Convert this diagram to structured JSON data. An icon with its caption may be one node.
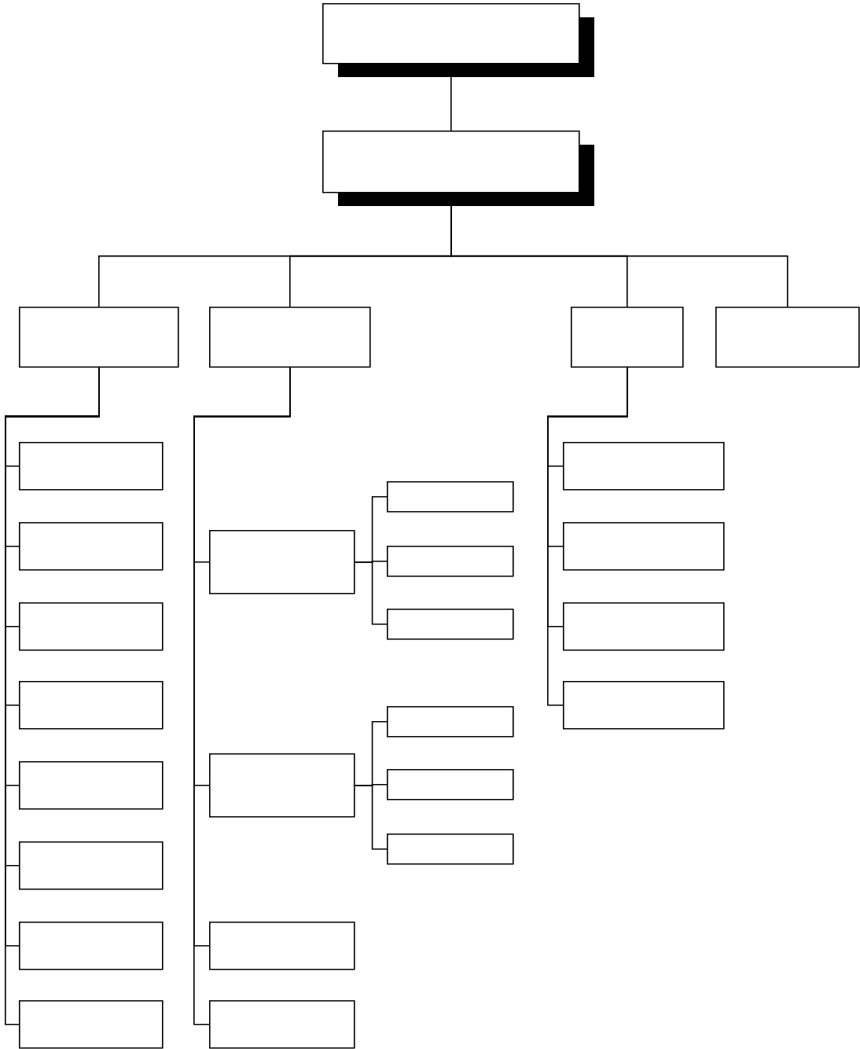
{
  "diagram": {
    "nodes": [
      {
        "text": [],
        "shape": "box"
      },
      {
        "text": [],
        "shape": "box"
      },
      {
        "text": [],
        "shape": "box"
      },
      {
        "text": [],
        "shape": "box"
      },
      {
        "text": [],
        "shape": "box"
      },
      {
        "text": [],
        "shape": "box"
      },
      {
        "text": [],
        "shape": "box"
      },
      {
        "text": [],
        "shape": "box"
      },
      {
        "text": [],
        "shape": "box"
      },
      {
        "text": [],
        "shape": "box"
      },
      {
        "text": [],
        "shape": "box"
      },
      {
        "text": [],
        "shape": "box"
      },
      {
        "text": [],
        "shape": "box"
      },
      {
        "text": [],
        "shape": "box"
      },
      {
        "text": [],
        "shape": "box"
      },
      {
        "text": [],
        "shape": "box"
      },
      {
        "text": [],
        "shape": "box"
      },
      {
        "text": [],
        "shape": "box"
      },
      {
        "text": [],
        "shape": "box"
      },
      {
        "text": [],
        "shape": "box"
      },
      {
        "text": [],
        "shape": "box"
      },
      {
        "text": [],
        "shape": "box"
      },
      {
        "text": [],
        "shape": "box"
      },
      {
        "text": [],
        "shape": "box"
      },
      {
        "text": [],
        "shape": "box"
      },
      {
        "text": [],
        "shape": "box"
      },
      {
        "text": [],
        "shape": "box"
      },
      {
        "text": [],
        "shape": "box"
      }
    ],
    "edges": [
      {
        "from": 0,
        "to": 1,
        "arrow": "none"
      },
      {
        "from": 1,
        "to": 2,
        "arrow": "none"
      },
      {
        "from": 1,
        "to": 11,
        "arrow": "none"
      },
      {
        "from": 1,
        "to": 22,
        "arrow": "none"
      },
      {
        "from": 1,
        "to": 27,
        "arrow": "none"
      },
      {
        "from": 2,
        "to": 3,
        "arrow": "none"
      },
      {
        "from": 2,
        "to": 4,
        "arrow": "none"
      },
      {
        "from": 2,
        "to": 5,
        "arrow": "none"
      },
      {
        "from": 2,
        "to": 6,
        "arrow": "none"
      },
      {
        "from": 2,
        "to": 7,
        "arrow": "none"
      },
      {
        "from": 2,
        "to": 8,
        "arrow": "none"
      },
      {
        "from": 2,
        "to": 9,
        "arrow": "none"
      },
      {
        "from": 2,
        "to": 10,
        "arrow": "none"
      },
      {
        "from": 11,
        "to": 12,
        "arrow": "none"
      },
      {
        "from": 11,
        "to": 16,
        "arrow": "none"
      },
      {
        "from": 11,
        "to": 20,
        "arrow": "none"
      },
      {
        "from": 11,
        "to": 21,
        "arrow": "none"
      },
      {
        "from": 12,
        "to": 13,
        "arrow": "none"
      },
      {
        "from": 12,
        "to": 14,
        "arrow": "none"
      },
      {
        "from": 12,
        "to": 15,
        "arrow": "none"
      },
      {
        "from": 16,
        "to": 17,
        "arrow": "none"
      },
      {
        "from": 16,
        "to": 18,
        "arrow": "none"
      },
      {
        "from": 16,
        "to": 19,
        "arrow": "none"
      },
      {
        "from": 22,
        "to": 23,
        "arrow": "none"
      },
      {
        "from": 22,
        "to": 24,
        "arrow": "none"
      },
      {
        "from": 22,
        "to": 25,
        "arrow": "none"
      },
      {
        "from": 22,
        "to": 26,
        "arrow": "none"
      }
    ]
  }
}
